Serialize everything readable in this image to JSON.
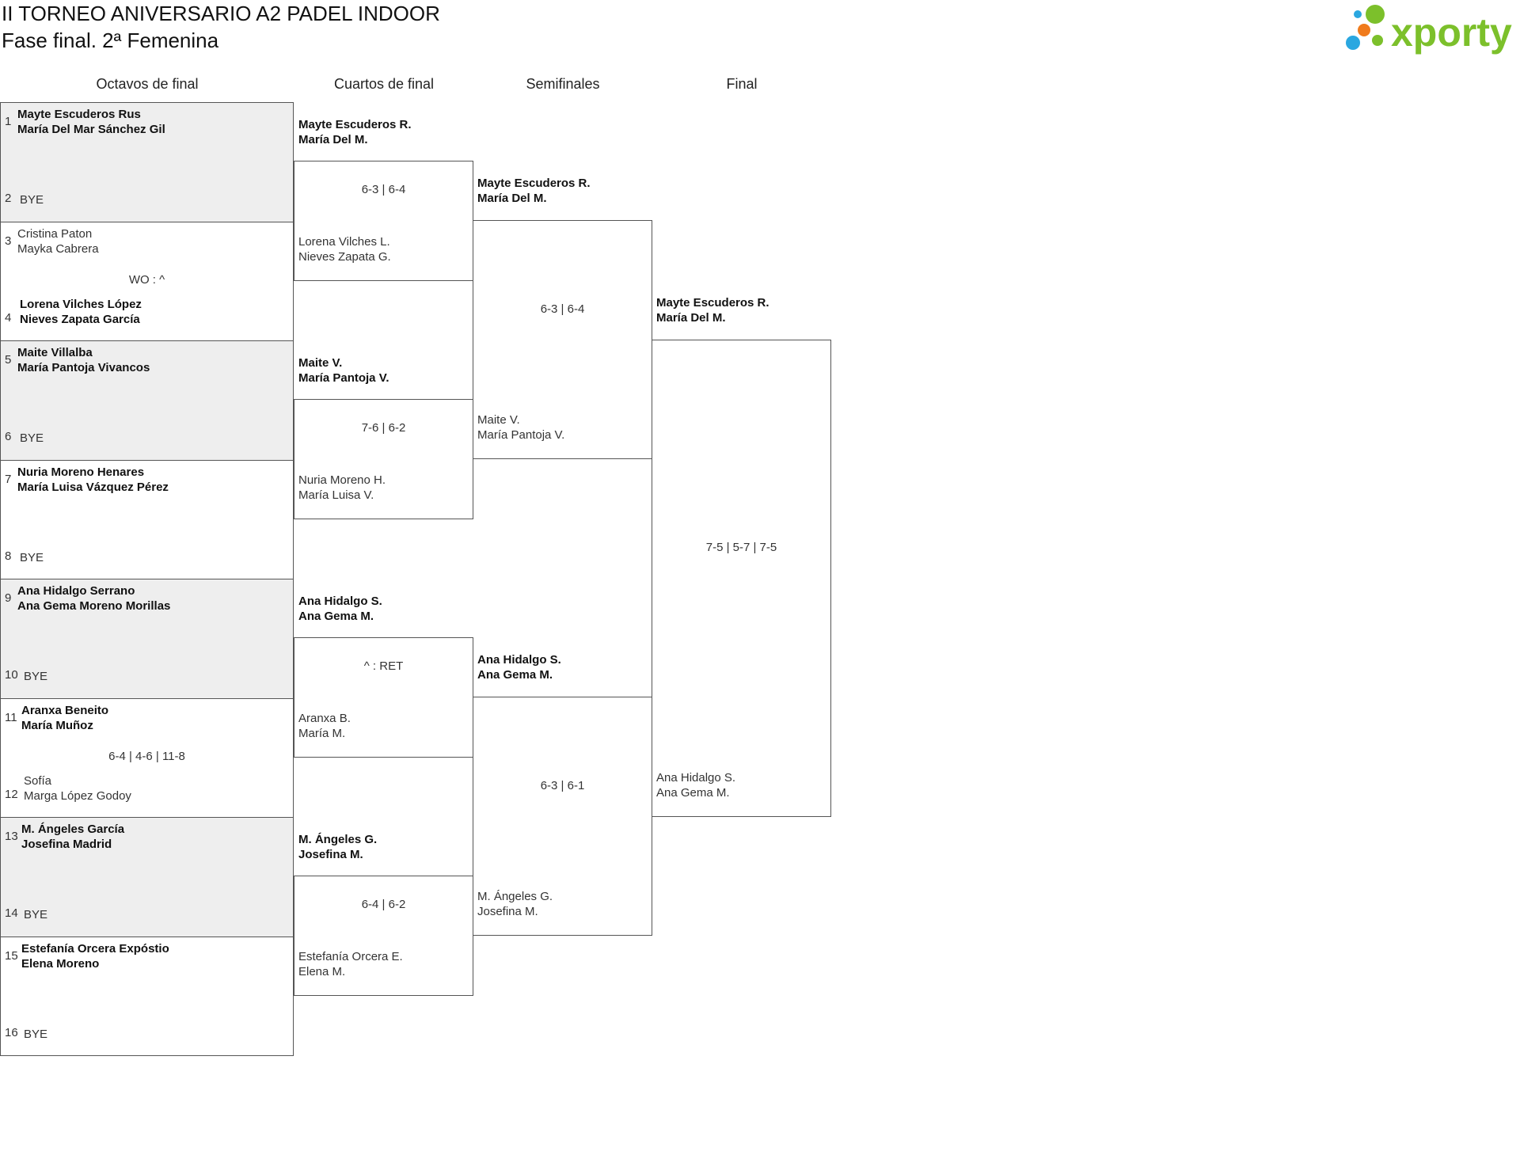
{
  "header": {
    "title": "II TORNEO ANIVERSARIO A2 PADEL INDOOR",
    "subtitle": "Fase final. 2ª Femenina",
    "logo_text": "xporty",
    "logo_colors": [
      "#7cc02b",
      "#2aa7e0",
      "#f07b1c"
    ]
  },
  "rounds": [
    "Octavos de final",
    "Cuartos de final",
    "Semifinales",
    "Final"
  ],
  "octavos": [
    {
      "seed1": "1",
      "team1": [
        "Mayte Escuderos Rus",
        "María Del Mar Sánchez Gil"
      ],
      "seed2": "2",
      "team2": [
        "BYE"
      ],
      "score": ""
    },
    {
      "seed1": "3",
      "team1": [
        "Cristina Paton",
        "Mayka Cabrera"
      ],
      "seed2": "4",
      "team2": [
        "Lorena Vilches López",
        "Nieves Zapata García"
      ],
      "score": "WO : ^"
    },
    {
      "seed1": "5",
      "team1": [
        "Maite Villalba",
        "María Pantoja Vivancos"
      ],
      "seed2": "6",
      "team2": [
        "BYE"
      ],
      "score": ""
    },
    {
      "seed1": "7",
      "team1": [
        "Nuria Moreno Henares",
        "María Luisa Vázquez Pérez"
      ],
      "seed2": "8",
      "team2": [
        "BYE"
      ],
      "score": ""
    },
    {
      "seed1": "9",
      "team1": [
        "Ana Hidalgo Serrano",
        "Ana Gema Moreno Morillas"
      ],
      "seed2": "10",
      "team2": [
        "BYE"
      ],
      "score": ""
    },
    {
      "seed1": "11",
      "team1": [
        "Aranxa Beneito",
        "María Muñoz"
      ],
      "seed2": "12",
      "team2": [
        "Sofía",
        "Marga López Godoy"
      ],
      "score": "6-4 | 4-6 | 11-8"
    },
    {
      "seed1": "13",
      "team1": [
        "M. Ángeles García",
        "Josefina Madrid"
      ],
      "seed2": "14",
      "team2": [
        "BYE"
      ],
      "score": ""
    },
    {
      "seed1": "15",
      "team1": [
        "Estefanía Orcera Expóstio",
        "Elena Moreno"
      ],
      "seed2": "16",
      "team2": [
        "BYE"
      ],
      "score": ""
    }
  ],
  "cuartos": [
    {
      "team1": [
        "Mayte Escuderos R.",
        "María Del M."
      ],
      "team2": [
        "Lorena Vilches L.",
        "Nieves Zapata G."
      ],
      "score": "6-3 | 6-4"
    },
    {
      "team1": [
        "Maite V.",
        "María Pantoja V."
      ],
      "team2": [
        "Nuria Moreno H.",
        "María Luisa V."
      ],
      "score": "7-6 | 6-2"
    },
    {
      "team1": [
        "Ana Hidalgo S.",
        "Ana Gema M."
      ],
      "team2": [
        "Aranxa B.",
        "María M."
      ],
      "score": "^ : RET"
    },
    {
      "team1": [
        "M. Ángeles G.",
        "Josefina M."
      ],
      "team2": [
        "Estefanía Orcera E.",
        "Elena M."
      ],
      "score": "6-4 | 6-2"
    }
  ],
  "semis": [
    {
      "team1": [
        "Mayte Escuderos R.",
        "María Del M."
      ],
      "team2": [
        "Maite V.",
        "María Pantoja V."
      ],
      "score": "6-3 | 6-4"
    },
    {
      "team1": [
        "Ana Hidalgo S.",
        "Ana Gema M."
      ],
      "team2": [
        "M. Ángeles G.",
        "Josefina M."
      ],
      "score": "6-3 | 6-1"
    }
  ],
  "final": {
    "team1": [
      "Mayte Escuderos R.",
      "María Del M."
    ],
    "team2": [
      "Ana Hidalgo S.",
      "Ana Gema M."
    ],
    "score": "7-5 | 5-7 | 7-5"
  }
}
